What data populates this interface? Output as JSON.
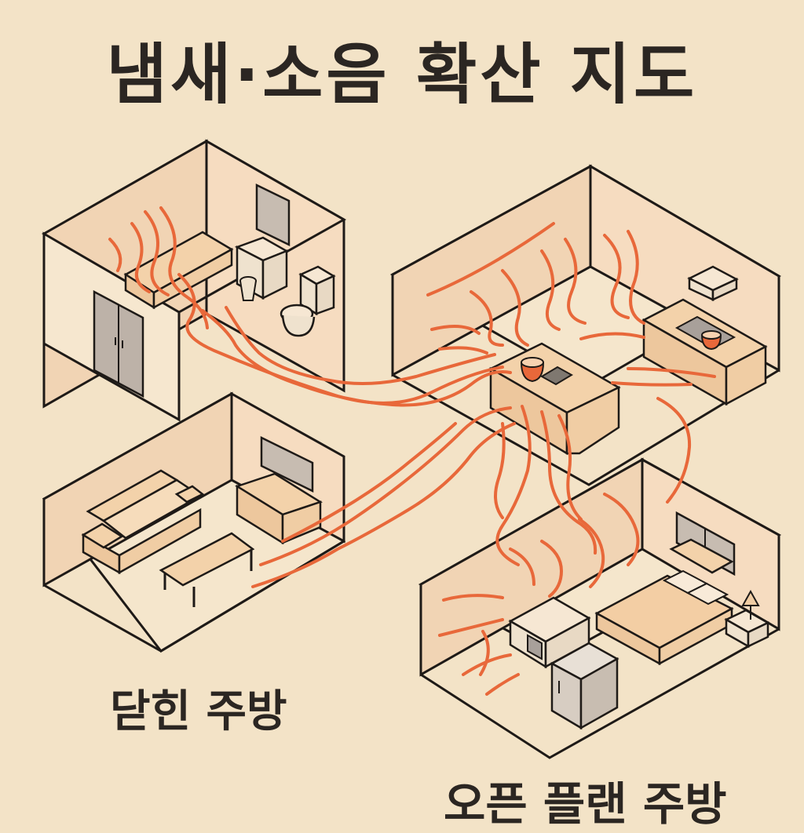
{
  "title": "냄새·소음 확산 지도",
  "labels": {
    "closed_kitchen": "닫힌 주방",
    "open_plan_kitchen": "오픈 플랜 주방"
  },
  "colors": {
    "background": "#f3e3c7",
    "floor": "#f5e6cc",
    "wall_back": "#f1d4b4",
    "wall_side": "#f6dcc0",
    "outline": "#1e1a17",
    "furniture_top": "#f3d2aa",
    "furniture_front": "#edc79d",
    "wave": "#e8683a",
    "appliance_gray": "#bdb2a8"
  },
  "icons": [
    "double-door-icon",
    "toilet-icon",
    "sink-icon",
    "wall-art-icon",
    "sofa-icon",
    "coffee-table-icon",
    "tv-console-icon",
    "kitchen-island-icon",
    "pot-icon",
    "range-hood-icon",
    "bed-icon",
    "nightstand-lamp-icon",
    "window-icon",
    "fridge-icon",
    "microwave-icon"
  ]
}
